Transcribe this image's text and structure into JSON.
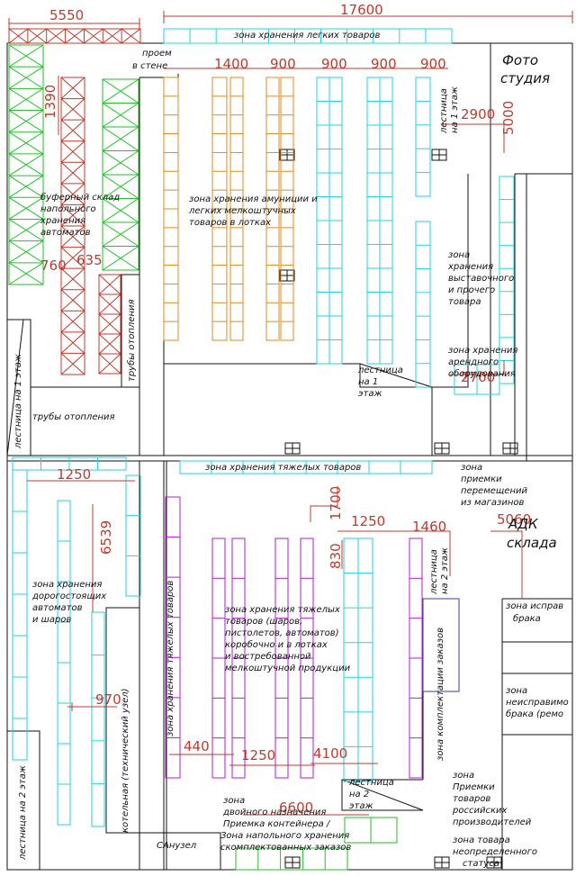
{
  "colors": {
    "walls": "#111111",
    "dimensions": "#c0392b",
    "buffer_storage": "#22c22a",
    "floor_racks": "#c0392b",
    "light_goods": "#22d3e6",
    "ammo_shelves": "#e08a1e",
    "heavy_goods": "#b01ed0",
    "picking_zone": "#3a3aa8"
  },
  "dimensions": {
    "d5550": "5550",
    "d17600": "17600",
    "d1400": "1400",
    "d900a": "900",
    "d900b": "900",
    "d900c": "900",
    "d900d": "900",
    "d1390": "1390",
    "d760": "760",
    "d635": "635",
    "d2900": "2900",
    "d5000": "5000",
    "d2700": "2700",
    "d1250a": "1250",
    "d6539": "6539",
    "d1700": "1700",
    "d1250b": "1250",
    "d1460": "1460",
    "d830": "830",
    "d5060": "5060",
    "d970": "970",
    "d440": "440",
    "d1250c": "1250",
    "d4100": "4100",
    "d6600": "6600"
  },
  "labels": {
    "light_goods_zone": "зона хранения легких товаров",
    "wall_opening_1": "проем",
    "wall_opening_2": "в стене",
    "photo_1": "Фото",
    "photo_2": "студия",
    "buffer_1": "буферный склад",
    "buffer_2": "напольного",
    "buffer_3": "хранения",
    "buffer_4": "автоматов",
    "ammo_1": "зона хранения амуниции и",
    "ammo_2": "легких мелкоштучных",
    "ammo_3": "товаров в лотках",
    "stairs1_top_1": "лестница",
    "stairs1_top_2": "на 1 этаж",
    "exhibit_1": "зона",
    "exhibit_2": "хранения",
    "exhibit_3": "выставочного",
    "exhibit_4": "и прочего",
    "exhibit_5": "товара",
    "rental_1": "зона хранения",
    "rental_2": "арендного",
    "rental_3": "оборудования",
    "stairs1_mid_1": "лестница",
    "stairs1_mid_2": "на 1",
    "stairs1_mid_3": "этаж",
    "heating_pipes_v": "трубы отопления",
    "heating_pipes_h": "трубы отопления",
    "stairs1_left": "лестница на 1 этаж",
    "heavy_goods_zone": "зона хранения тяжелых товаров",
    "transfer_1": "зона",
    "transfer_2": "приемки",
    "transfer_3": "перемещений",
    "transfer_4": "из магазинов",
    "warehouse_1": "АДК",
    "warehouse_2": "склада",
    "expensive_1": "зона хранения",
    "expensive_2": "дорогостоящих",
    "expensive_3": "автоматов",
    "expensive_4": "и шаров",
    "heavy_vertical": "зона хранения тяжелых товаров",
    "heavy_main_1": "зона хранения тяжелых",
    "heavy_main_2": "товаров (шаров,",
    "heavy_main_3": "пистолетов, автоматов)",
    "heavy_main_4": "коробочно и в лотках",
    "heavy_main_5": "и востребованной",
    "heavy_main_6": "мелкоштучной продукции",
    "stairs2_right_1": "лестница",
    "stairs2_right_2": "на 2 этаж",
    "picking": "зона комплектации заказов",
    "good_defect_1": "зона исправ",
    "good_defect_2": "брака",
    "bad_defect_1": "зона",
    "bad_defect_2": "неисправимо",
    "bad_defect_3": "брака (ремо",
    "boiler": "котельная (технический узел)",
    "stairs2_left": "лестница на 2 этаж",
    "stairs2_bottom_1": "лестница",
    "stairs2_bottom_2": "на 2",
    "stairs2_bottom_3": "этаж",
    "dual_1": "зона",
    "dual_2": "двойного назначения",
    "container_1": "Приемка контейнера /",
    "container_2": "Зона напольного хранения",
    "container_3": "скомплектованных заказов",
    "russian_1": "зона",
    "russian_2": "Приемки",
    "russian_3": "товаров",
    "russian_4": "российских",
    "russian_5": "производителей",
    "undefined_1": "зона товара",
    "undefined_2": "неопределенного",
    "undefined_3": "статуса",
    "bathroom": "САнузел"
  }
}
